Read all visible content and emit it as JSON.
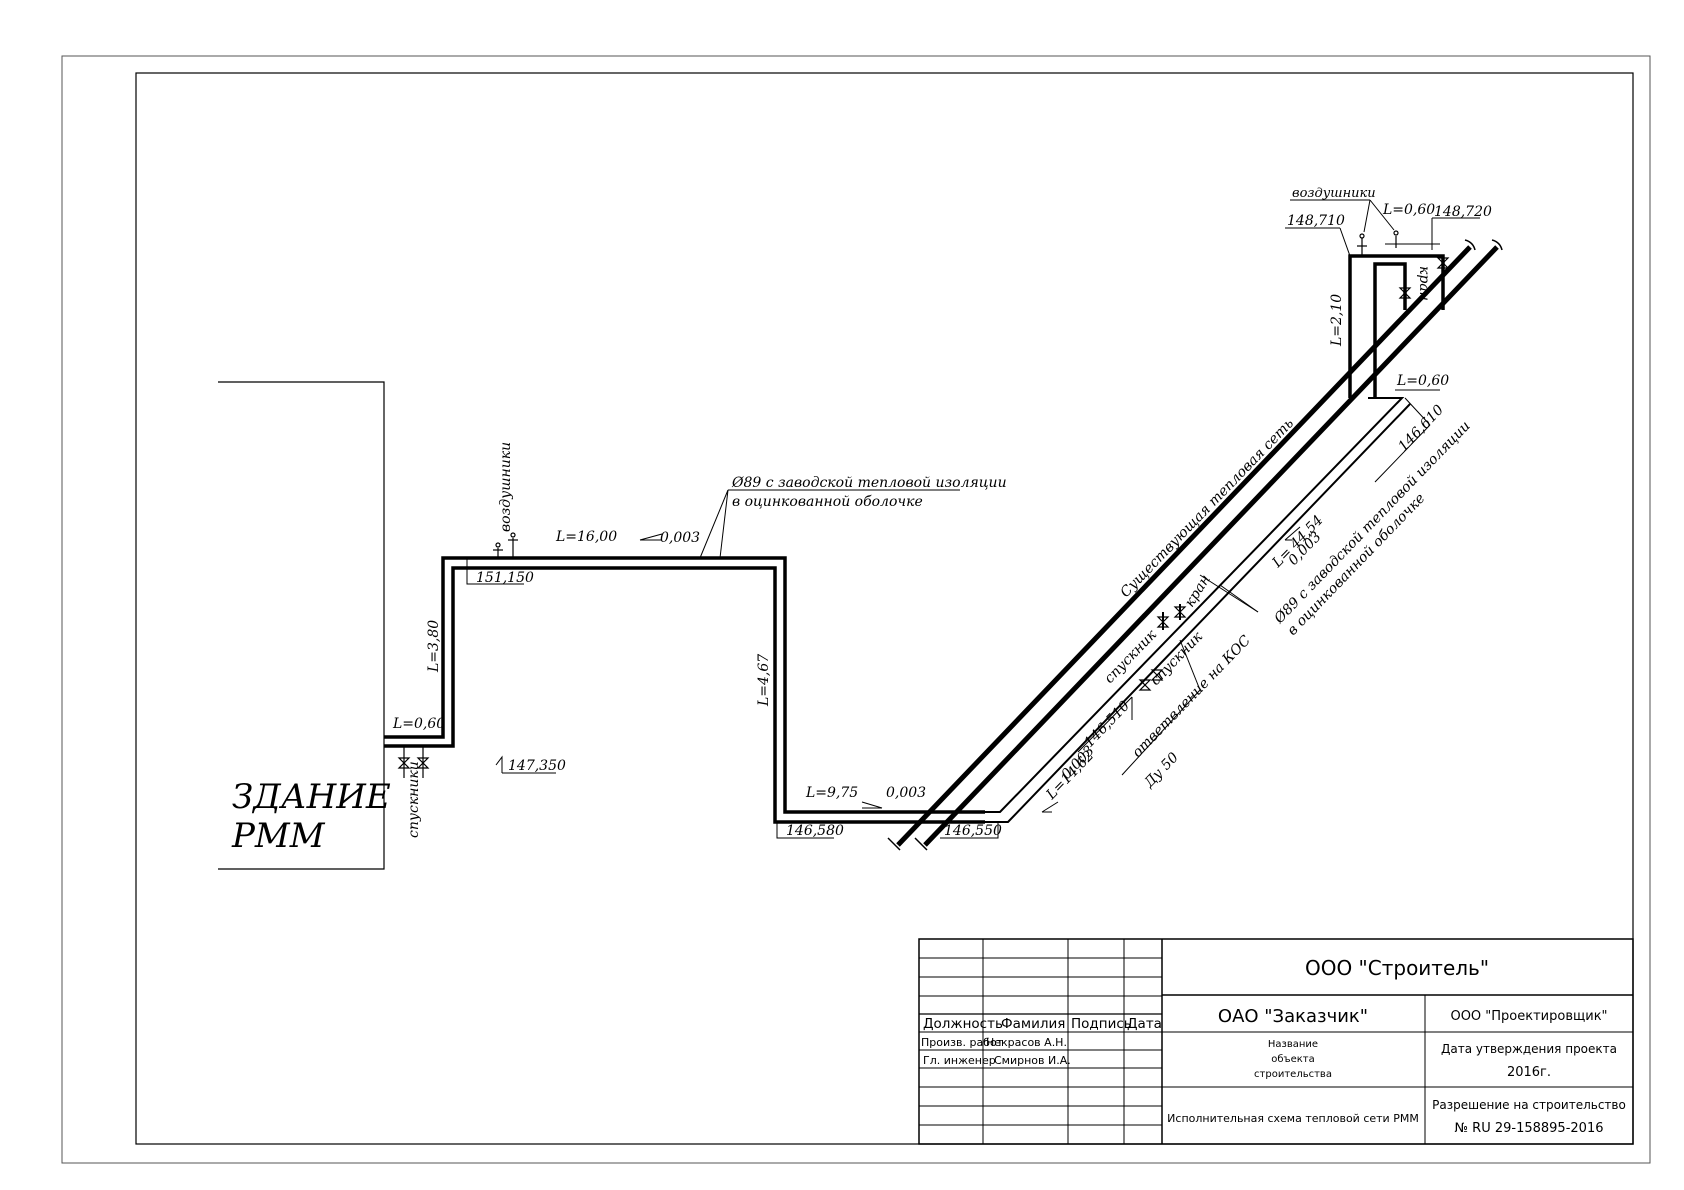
{
  "building": {
    "line1": "ЗДАНИЕ",
    "line2": "РММ"
  },
  "labels": {
    "l_060_left": "L=0,60",
    "spuskniki_left": "спускники",
    "l_380": "L=3,80",
    "elev_151150": "151,150",
    "vozdushniki_left": "воздушники",
    "l_1600": "L=16,00",
    "slope_1": "0,003",
    "pipe_spec_line1": "Ø89 с заводской тепловой изоляции",
    "pipe_spec_line2": "в оцинкованной оболочке",
    "l_467": "L=4,67",
    "elev_147350": "147,350",
    "l_975": "L=9,75",
    "slope_2": "0,003",
    "elev_146580": "146,580",
    "elev_146550": "146,550",
    "l_1462": "L=14,62",
    "slope_3": "0,003",
    "elev_146510": "146,510",
    "spusknik_1": "спускник",
    "spusknik_2": "спускник",
    "branch_line1": "ответвление на КОС",
    "branch_line2": "Ду 50",
    "existing_network": "Существующая тепловая сеть",
    "l_4454": "L= 44,54",
    "slope_4": "0,003",
    "kran_lower": "кран",
    "pipe_spec2_line1": "Ø89 с заводской тепловой изоляции",
    "pipe_spec2_line2": "в оцинкованной оболочке",
    "elev_146610": "146,610",
    "l_060_right": "L=0,60",
    "l_210": "L=2,10",
    "kran_upper": "кран",
    "vozdushniki_right": "воздушники",
    "elev_148710": "148,710",
    "l_060_top": "L=0,60",
    "elev_148720": "148,720"
  },
  "title_block": {
    "headers": {
      "position": "Должность",
      "surname": "Фамилия",
      "signature": "Подпись",
      "date": "Дата"
    },
    "rows": [
      {
        "position": "Произв. работ",
        "surname": "Некрасов А.Н."
      },
      {
        "position": "Гл. инженер",
        "surname": "Смирнов И.А."
      }
    ],
    "contractor": "ООО \"Строитель\"",
    "customer": "ОАО \"Заказчик\"",
    "designer": "ООО \"Проектировщик\"",
    "object_name_line1": "Название",
    "object_name_line2": "объекта",
    "object_name_line3": "строительства",
    "approval_label": "Дата утверждения проекта",
    "approval_year": "2016г.",
    "drawing_title": "Исполнительная схема тепловой сети РММ",
    "permit_label": "Разрешение на строительство",
    "permit_number": "№ RU 29-158895-2016"
  }
}
